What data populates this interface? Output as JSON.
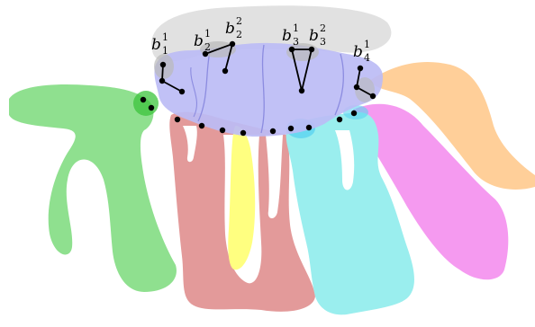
{
  "labels": [
    {
      "id": "b1-1",
      "base": "b",
      "sub": "1",
      "sup": "1"
    },
    {
      "id": "b2-1",
      "base": "b",
      "sub": "2",
      "sup": "1"
    },
    {
      "id": "b2-2",
      "base": "b",
      "sub": "2",
      "sup": "2"
    },
    {
      "id": "b3-1",
      "base": "b",
      "sub": "3",
      "sup": "1"
    },
    {
      "id": "b3-2",
      "base": "b",
      "sub": "3",
      "sup": "2"
    },
    {
      "id": "b4-1",
      "base": "b",
      "sub": "4",
      "sup": "1"
    }
  ],
  "colors": {
    "central_blob": "#bcbcf5",
    "central_outline": "#8c8ce0",
    "top_gray": "#dcdcdc",
    "green": "#8fe08f",
    "red": "#e39a9a",
    "yellow": "#ffff80",
    "cyan": "#9aeeee",
    "magenta": "#f59af0",
    "orange": "#ffcf99",
    "green_dark": "#3cc43c",
    "gray_blob": "#b9b9b9",
    "cyan_dark": "#5bd3f0"
  }
}
